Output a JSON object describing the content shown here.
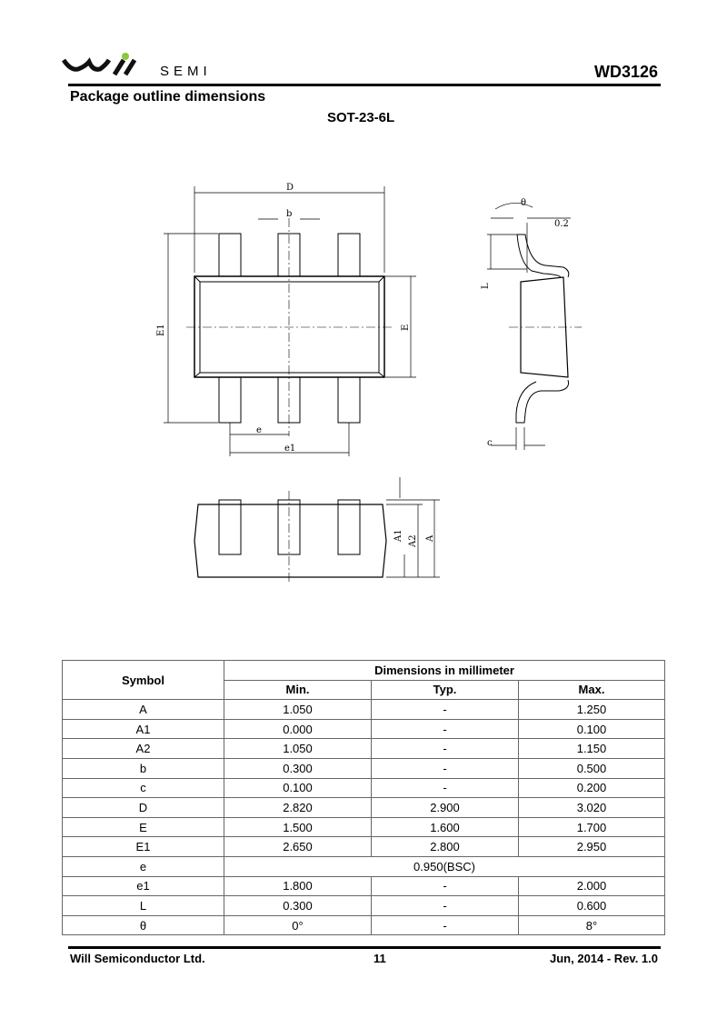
{
  "header": {
    "logo_text": "SEMI",
    "part_number": "WD3126",
    "section_title": "Package outline dimensions",
    "package_name": "SOT-23-6L"
  },
  "drawing": {
    "labels": {
      "D": "D",
      "b": "b",
      "E1": "E1",
      "E": "E",
      "e": "e",
      "e1": "e1",
      "theta": "θ",
      "lead_offset": "0.2",
      "L": "L",
      "c": "c",
      "A1": "A1",
      "A2": "A2",
      "A": "A"
    }
  },
  "table": {
    "symbol_header": "Symbol",
    "group_header": "Dimensions in millimeter",
    "col_headers": [
      "Min.",
      "Typ.",
      "Max."
    ],
    "rows": [
      {
        "symbol": "A",
        "min": "1.050",
        "typ": "-",
        "max": "1.250"
      },
      {
        "symbol": "A1",
        "min": "0.000",
        "typ": "-",
        "max": "0.100"
      },
      {
        "symbol": "A2",
        "min": "1.050",
        "typ": "-",
        "max": "1.150"
      },
      {
        "symbol": "b",
        "min": "0.300",
        "typ": "-",
        "max": "0.500"
      },
      {
        "symbol": "c",
        "min": "0.100",
        "typ": "-",
        "max": "0.200"
      },
      {
        "symbol": "D",
        "min": "2.820",
        "typ": "2.900",
        "max": "3.020"
      },
      {
        "symbol": "E",
        "min": "1.500",
        "typ": "1.600",
        "max": "1.700"
      },
      {
        "symbol": "E1",
        "min": "2.650",
        "typ": "2.800",
        "max": "2.950"
      },
      {
        "symbol": "e",
        "span": "0.950(BSC)"
      },
      {
        "symbol": "e1",
        "min": "1.800",
        "typ": "-",
        "max": "2.000"
      },
      {
        "symbol": "L",
        "min": "0.300",
        "typ": "-",
        "max": "0.600"
      },
      {
        "symbol": "θ",
        "min": "0°",
        "typ": "-",
        "max": "8°"
      }
    ]
  },
  "footer": {
    "company": "Will Semiconductor Ltd.",
    "page": "11",
    "revision": "Jun, 2014 - Rev. 1.0"
  }
}
